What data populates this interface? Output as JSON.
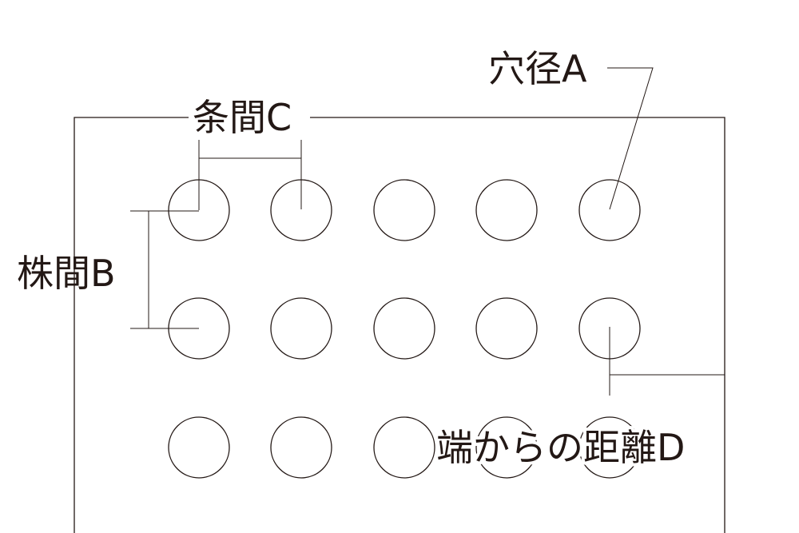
{
  "labels": {
    "hole_diameter": "穴径A",
    "plant_spacing": "株間B",
    "row_spacing": "条間C",
    "edge_distance": "端からの距離D"
  },
  "grid": {
    "rows": 3,
    "columns": 5
  },
  "colors": {
    "line": "#231815",
    "background": "#ffffff"
  }
}
